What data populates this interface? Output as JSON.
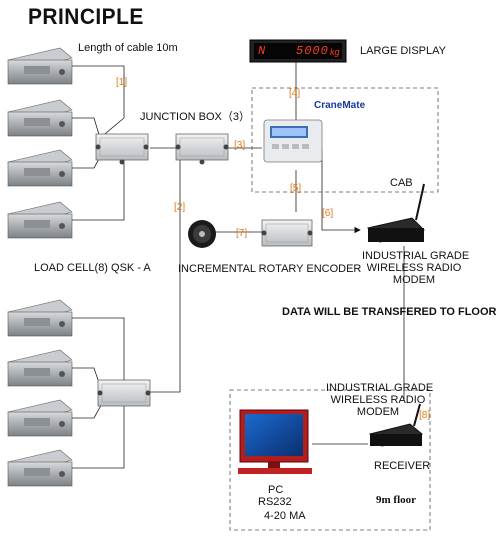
{
  "title": "PRINCIPLE",
  "labels": {
    "cable_length": "Length of cable 10m",
    "junction_box": "JUNCTION BOX（3）",
    "large_display": "LARGE DISPLAY",
    "display_reading": "5000",
    "display_n": "N",
    "display_unit": "kg",
    "brand": "CraneMate",
    "cab": "CAB",
    "load_cell": "LOAD CELL(8) QSK - A",
    "encoder": "INCREMENTAL ROTARY ENCODER",
    "modem_top_1": "INDUSTRIAL GRADE",
    "modem_top_2": "WIRELESS RADIO",
    "modem_top_3": "MODEM",
    "transfer_note": "DATA WILL BE TRANSFERED TO FLOOR",
    "modem_bottom_1": "INDUSTRIAL GRADE",
    "modem_bottom_2": "WIRELESS RADIO",
    "modem_bottom_3": "MODEM",
    "receiver": "RECEIVER",
    "pc": "PC",
    "rs232": "RS232",
    "ma": "4-20 MA",
    "floor": "9m floor"
  },
  "tags": {
    "t1": "[1]",
    "t2": "[2]",
    "t3": "[3]",
    "t4": "[4]",
    "t5": "[5]",
    "t6": "[6]",
    "t7": "[7]",
    "t8": "[8]"
  },
  "colors": {
    "tag": "#e07a1a",
    "display_digits": "#ff3b1f",
    "brand": "#1a3a9a",
    "dashed": "#555555"
  }
}
